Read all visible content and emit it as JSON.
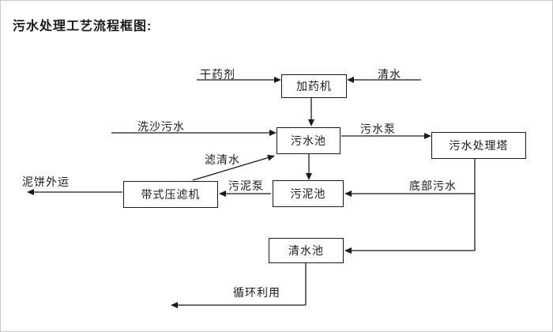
{
  "title": "污水处理工艺流程框图:",
  "colors": {
    "ink": "#1a1a1a",
    "background": "#ffffff"
  },
  "boxes": {
    "dosing_machine": "加药机",
    "sewage_pool": "污水池",
    "treatment_tower": "污水处理塔",
    "sludge_pool": "污泥池",
    "belt_filter_press": "带式压滤机",
    "clear_water_pool": "清水池"
  },
  "flows": {
    "dry_chemical": "干药剂",
    "clear_water": "清水",
    "sand_washing_sewage": "洗沙污水",
    "sewage_pump": "污水泵",
    "filtered_water": "滤清水",
    "sludge_pump": "污泥泵",
    "mud_cake_out": "泥饼外运",
    "bottom_sewage": "底部污水",
    "recycling": "循环利用"
  }
}
